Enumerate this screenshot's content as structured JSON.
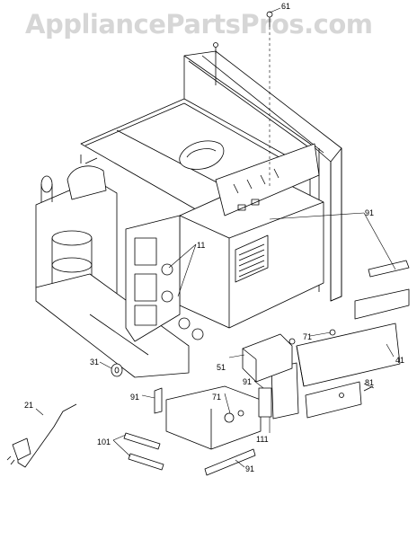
{
  "watermark": "AppliancePartsPros.com",
  "callouts": {
    "c61": "61",
    "c91_top": "91",
    "c11": "11",
    "c31": "31",
    "c51": "51",
    "c71_right": "71",
    "c41": "41",
    "c81": "81",
    "c21": "21",
    "c91_left": "91",
    "c71_mid": "71",
    "c91_mid": "91",
    "c111": "111",
    "c101": "101",
    "c91_bottom": "91"
  }
}
